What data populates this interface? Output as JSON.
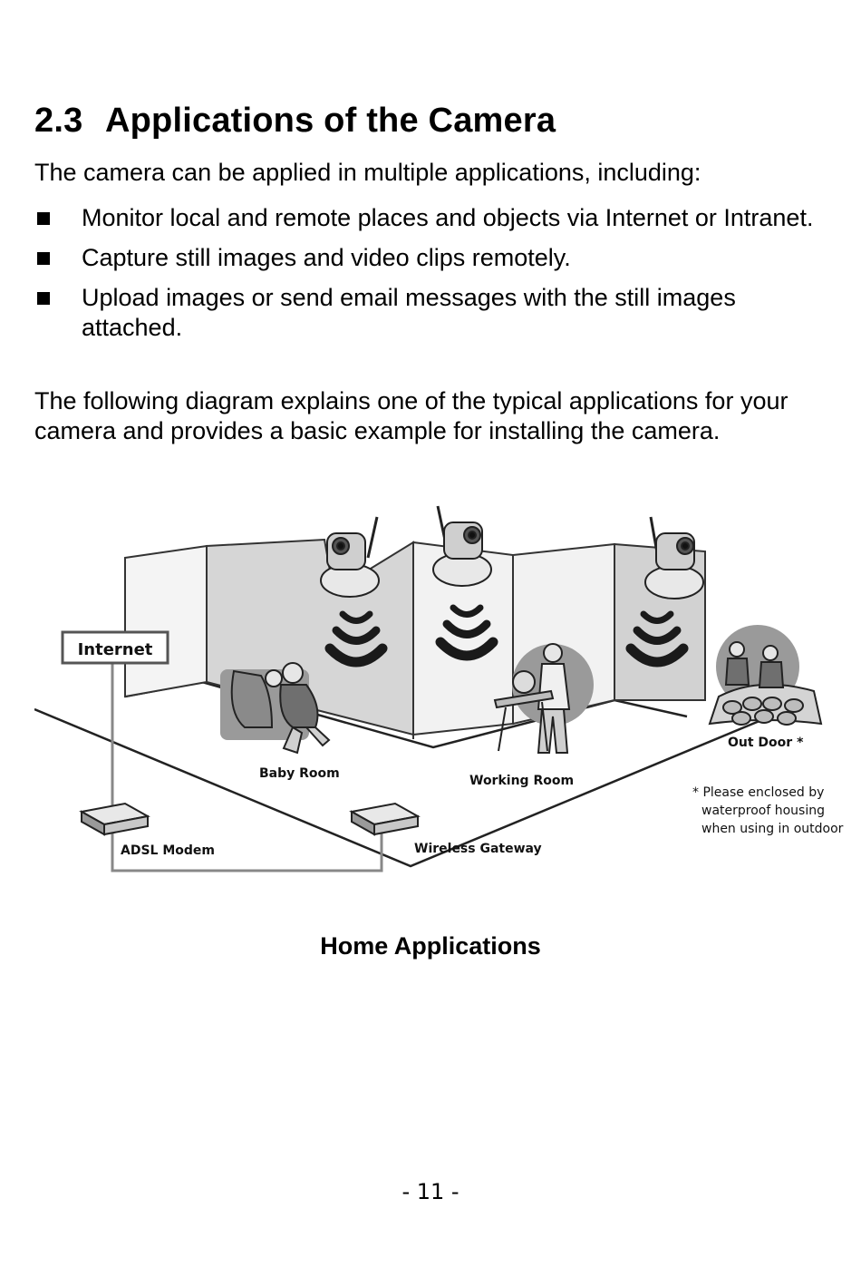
{
  "section": {
    "number": "2.3",
    "title": "Applications of the Camera"
  },
  "intro": "The camera can be applied in multiple applications, including:",
  "bullets": [
    "Monitor local and remote places and objects via Internet or Intranet.",
    "Capture still images and video clips remotely.",
    "Upload images or send email messages with the still images attached."
  ],
  "outro": "The following diagram explains one of the typical applications for your camera and provides a basic example for installing the camera.",
  "diagram": {
    "labels": {
      "internet": "Internet",
      "baby_room": "Baby Room",
      "working_room": "Working Room",
      "out_door": "Out Door *",
      "adsl_modem": "ADSL Modem",
      "wireless_gateway": "Wireless Gateway"
    },
    "note_lines": [
      "* Please enclosed by",
      "waterproof housing",
      "when using in outdoor"
    ]
  },
  "caption": "Home Applications",
  "page_number": "- 11 -"
}
